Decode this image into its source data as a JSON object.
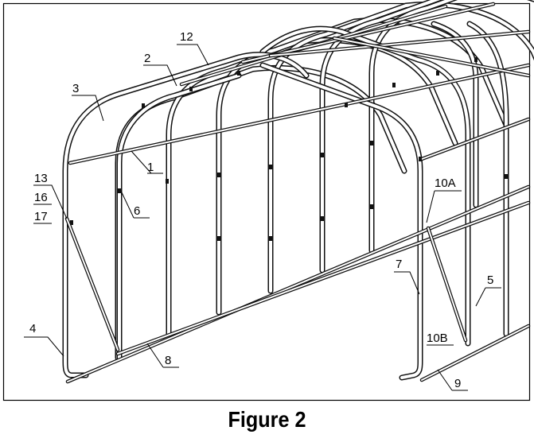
{
  "figure": {
    "caption": "Figure 2",
    "callouts": {
      "c1": "1",
      "c2": "2",
      "c3": "3",
      "c4": "4",
      "c5": "5",
      "c6": "6",
      "c7": "7",
      "c8": "8",
      "c9": "9",
      "c10a": "10A",
      "c10b": "10B",
      "c12": "12",
      "c13": "13",
      "c16": "16",
      "c17": "17"
    }
  }
}
